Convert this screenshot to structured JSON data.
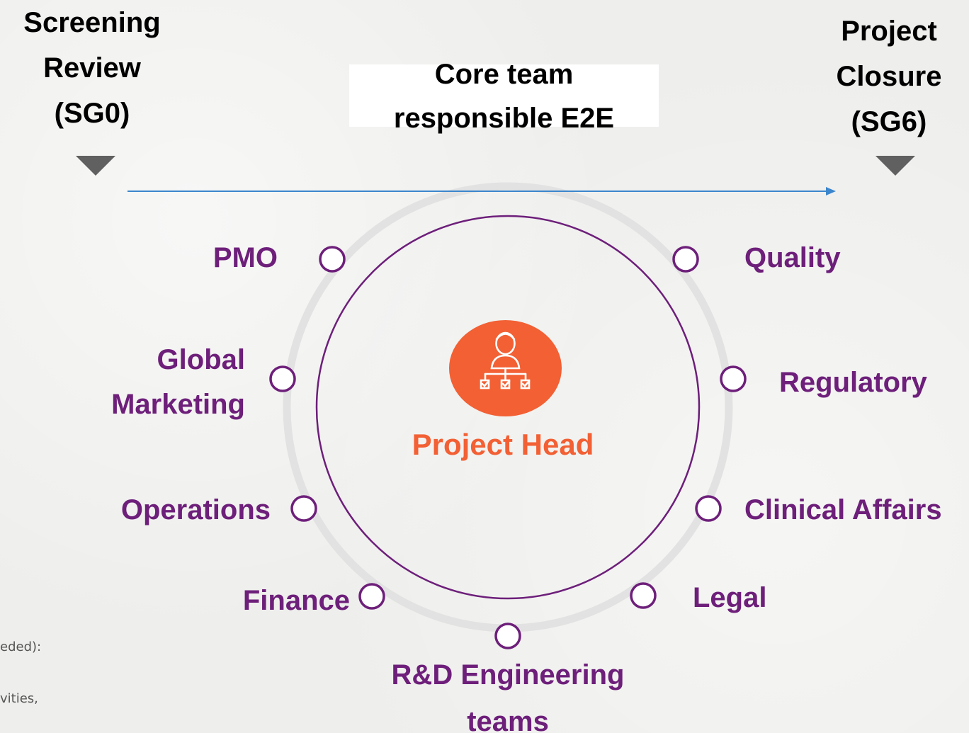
{
  "colors": {
    "purple": "#6d1f7a",
    "orange": "#f26034",
    "blue": "#3b86cc",
    "gray_ring": "#e2e2e2",
    "triangle": "#606060"
  },
  "stages": {
    "start": [
      "Screening",
      "Review",
      "(SG0)"
    ],
    "end": [
      "Project",
      "Closure",
      "(SG6)"
    ]
  },
  "core_team": [
    "Core team",
    "responsible E2E"
  ],
  "center": {
    "label": "Project Head",
    "icon": "org-chart-person-icon"
  },
  "functions": {
    "pmo": "PMO",
    "global_marketing": [
      "Global",
      "Marketing"
    ],
    "operations": "Operations",
    "finance": "Finance",
    "rnd": [
      "R&D Engineering",
      "teams"
    ],
    "legal": "Legal",
    "clinical_affairs": "Clinical Affairs",
    "regulatory": "Regulatory",
    "quality": "Quality"
  },
  "cut_off_text": [
    "eded):",
    "vities,"
  ]
}
